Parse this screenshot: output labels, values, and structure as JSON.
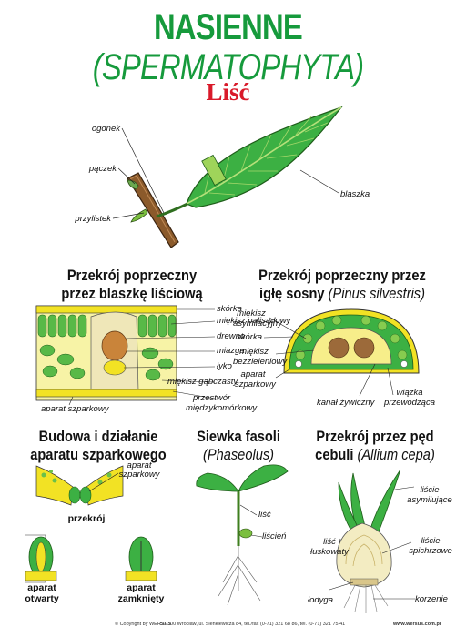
{
  "title": {
    "main": "NASIENNE",
    "latin": "(SPERMATOPHYTA)"
  },
  "subtitle": "Liść",
  "leaf_labels": {
    "ogonek": "ogonek",
    "paczek": "pączek",
    "przylistek": "przylistek",
    "blaszka": "blaszka"
  },
  "cross_leaf": {
    "heading_line1": "Przekrój poprzeczny",
    "heading_line2": "przez blaszkę liściową",
    "labels": [
      "skórka",
      "miękisz palisadowy",
      "drewno",
      "miazga",
      "łyko",
      "miękisz gąbczasty",
      "przestwór",
      "międzykomórkowy"
    ],
    "bottom_label": "aparat szparkowy"
  },
  "cross_needle": {
    "heading_line1": "Przekrój poprzeczny przez",
    "heading_line2_main": "igłę sosny",
    "heading_line2_latin": "(Pinus silvestris)",
    "labels_left": [
      "miękisz",
      "asymilacyjny",
      "skórka",
      "miękisz",
      "bezzieleniowy",
      "aparat",
      "szparkowy"
    ],
    "label_canal": "kanał żywiczny",
    "label_bundle": [
      "wiązka",
      "przewodząca"
    ]
  },
  "stomata": {
    "heading_line1": "Budowa i działanie",
    "heading_line2": "aparatu szparkowego",
    "label_aparat": [
      "aparat",
      "szparkowy"
    ],
    "label_section": "przekrój",
    "label_open": [
      "aparat",
      "otwarty"
    ],
    "label_closed": [
      "aparat",
      "zamknięty"
    ]
  },
  "bean": {
    "heading_line1": "Siewka fasoli",
    "heading_line2": "(Phaseolus)",
    "labels": [
      "liść",
      "liścień"
    ]
  },
  "onion": {
    "heading_line1_main": "Przekrój przez pęd",
    "heading_line2_main": "cebuli",
    "heading_line2_latin": "(Allium cepa)",
    "labels": {
      "asym": [
        "liście",
        "asymilujące"
      ],
      "lusk": [
        "liść",
        "łuskowaty"
      ],
      "spich": [
        "liście",
        "spichrzowe"
      ],
      "lodyga": "łodyga",
      "korzenie": "korzenie"
    }
  },
  "footer": {
    "copyright": "© Copyright by WERSUS",
    "address": "50-300 Wrocław, ul. Sienkiewicza 84, tel./fax (0-71) 321 68 86, tel. (0-71) 321 75 41",
    "url": "www.wersus.com.pl"
  },
  "colors": {
    "title_green": "#169a3c",
    "subtitle_red": "#d91a2a",
    "leaf_green": "#3cb043",
    "leaf_light": "#8fd14f",
    "yellow": "#f2e224",
    "wood": "#8b5a2b"
  }
}
